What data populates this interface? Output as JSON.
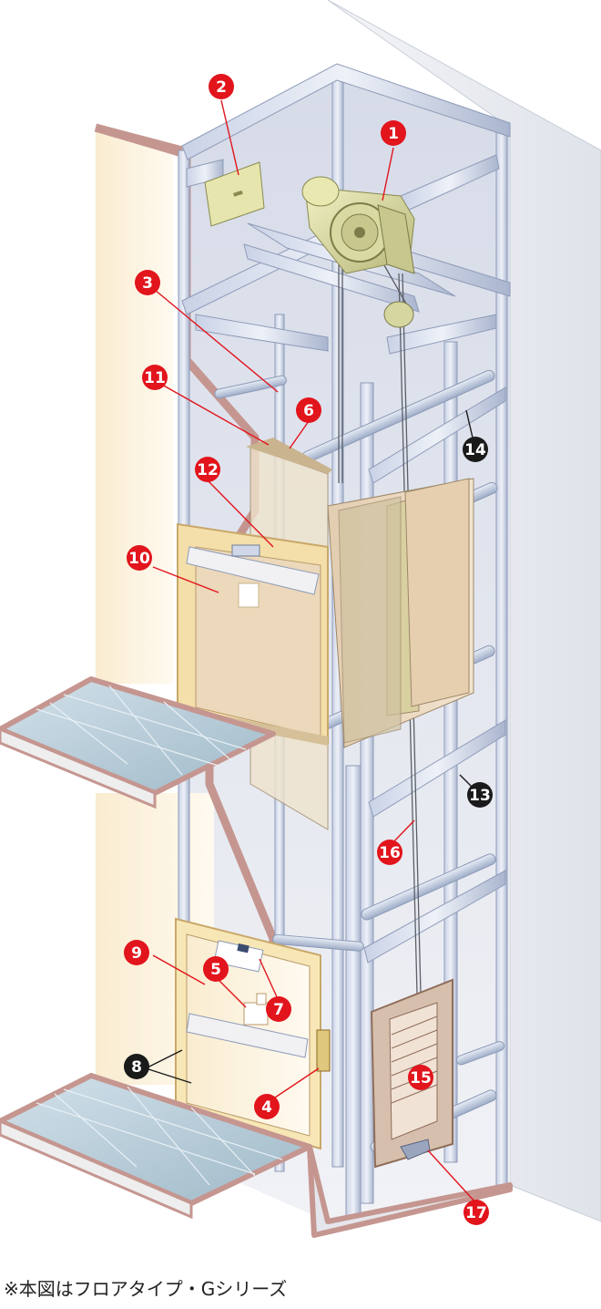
{
  "caption": "※本図はフロアタイプ・Gシリーズ",
  "colors": {
    "marker_red": "#e2141c",
    "marker_black": "#1a1a1a",
    "frame_blue": "#b9c3dc",
    "wall_cream": "#fbf1d8",
    "floor_tile": "#b7cdd9",
    "wall_edge": "#c59690",
    "car_tan": "#e8d3b8",
    "door_frame": "#f4dfaa",
    "motor_olive": "#dcdca0"
  },
  "markers": [
    {
      "id": "m1",
      "label": "1",
      "color": "red"
    },
    {
      "id": "m2",
      "label": "2",
      "color": "red"
    },
    {
      "id": "m3",
      "label": "3",
      "color": "red"
    },
    {
      "id": "m4",
      "label": "4",
      "color": "red"
    },
    {
      "id": "m5",
      "label": "5",
      "color": "red"
    },
    {
      "id": "m6",
      "label": "6",
      "color": "red"
    },
    {
      "id": "m7",
      "label": "7",
      "color": "red"
    },
    {
      "id": "m8",
      "label": "8",
      "color": "black"
    },
    {
      "id": "m9",
      "label": "9",
      "color": "red"
    },
    {
      "id": "m10",
      "label": "10",
      "color": "red"
    },
    {
      "id": "m11",
      "label": "11",
      "color": "red"
    },
    {
      "id": "m12",
      "label": "12",
      "color": "red"
    },
    {
      "id": "m13",
      "label": "13",
      "color": "black"
    },
    {
      "id": "m14",
      "label": "14",
      "color": "black"
    },
    {
      "id": "m15",
      "label": "15",
      "color": "red"
    },
    {
      "id": "m16",
      "label": "16",
      "color": "red"
    },
    {
      "id": "m17",
      "label": "17",
      "color": "red"
    }
  ]
}
